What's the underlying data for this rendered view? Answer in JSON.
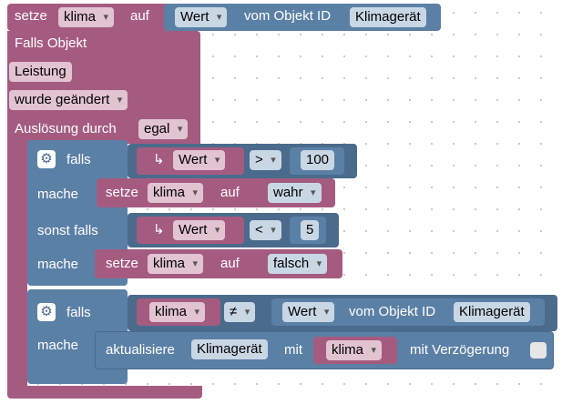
{
  "set_block": {
    "label_set": "setze",
    "variable": "klima",
    "label_to": "auf",
    "state_property": "Wert",
    "label_of_object": "vom Objekt ID",
    "object_id": "Klimagerät"
  },
  "trigger_block": {
    "label_if_object": "Falls Objekt",
    "object": "Leistung",
    "event": "wurde geändert",
    "label_triggered_by": "Auslösung durch",
    "triggered_by": "egal"
  },
  "if_block_1": {
    "label_if": "falls",
    "cond1": {
      "value_label": "Wert",
      "operator": ">",
      "number": "100"
    },
    "label_do": "mache",
    "do1": {
      "label_set": "setze",
      "variable": "klima",
      "label_to": "auf",
      "value": "wahr"
    },
    "label_else_if": "sonst falls",
    "cond2": {
      "value_label": "Wert",
      "operator": "<",
      "number": "5"
    },
    "do2": {
      "label_set": "setze",
      "variable": "klima",
      "label_to": "auf",
      "value": "falsch"
    }
  },
  "if_block_2": {
    "label_if": "falls",
    "cond": {
      "variable": "klima",
      "operator": "≠",
      "state_property": "Wert",
      "label_of_object": "vom Objekt ID",
      "object_id": "Klimagerät"
    },
    "label_do": "mache",
    "update": {
      "label_update": "aktualisiere",
      "object": "Klimagerät",
      "label_with": "mit",
      "variable": "klima",
      "label_delay": "mit Verzögerung"
    }
  },
  "colors": {
    "variable_block": "#a55b80",
    "logic_block": "#5b80a5",
    "workspace": "#ffffff"
  },
  "icons": {
    "gear": "gear-icon",
    "arrow": "return-arrow-icon",
    "dropdown": "chevron-down-icon"
  }
}
